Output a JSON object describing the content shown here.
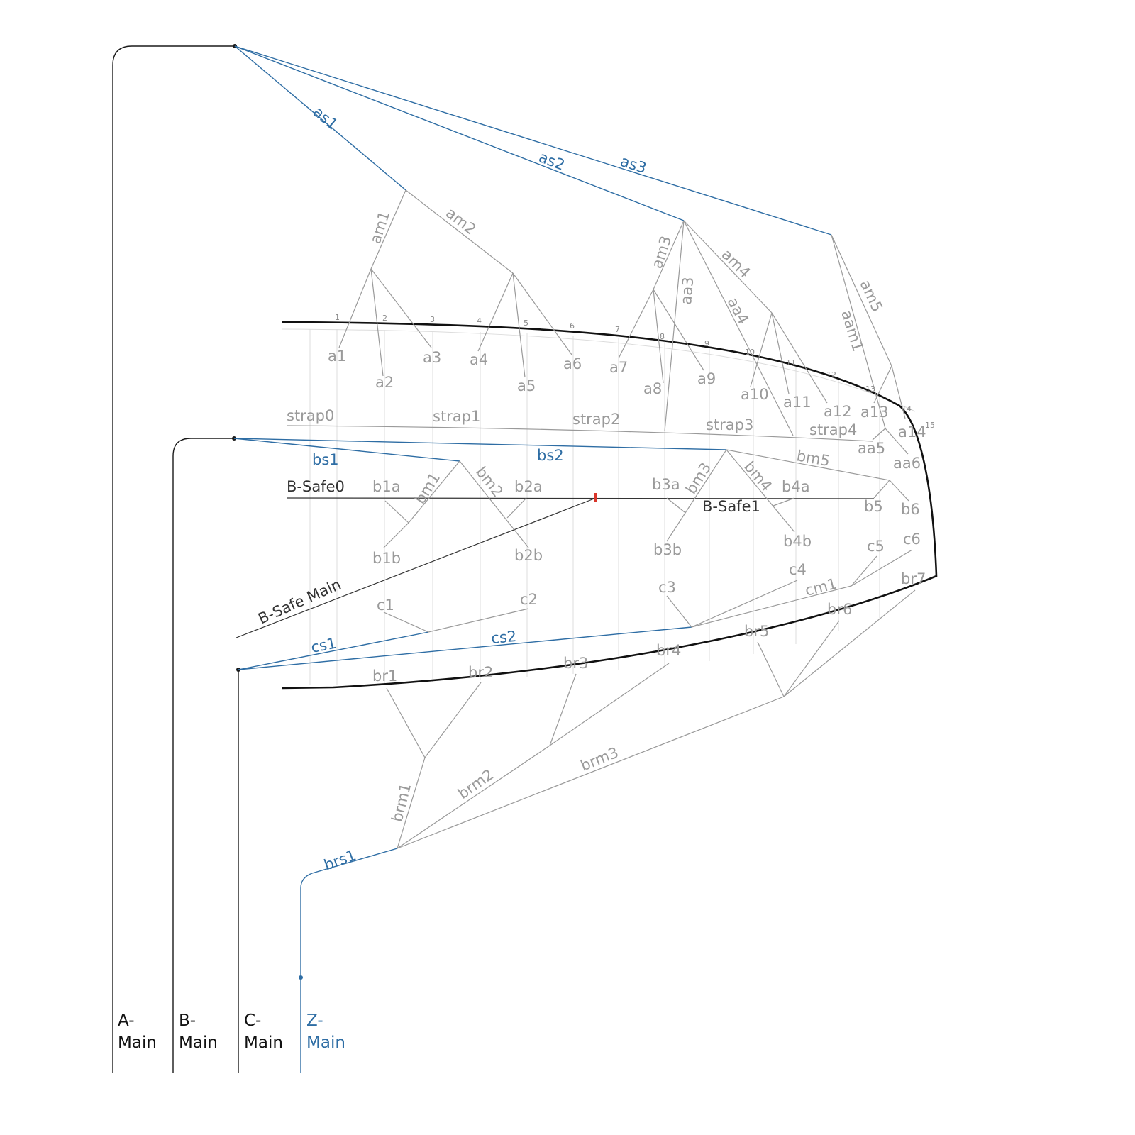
{
  "colors": {
    "main": "#1a1a1a",
    "safety": "#2e6da4",
    "rig": "#9a9a9a",
    "guide": "#dcdcdc",
    "marker": "#d9352a"
  },
  "mains": [
    {
      "name": "a-main-label",
      "line1": "A-",
      "line2": "Main"
    },
    {
      "name": "b-main-label",
      "line1": "B-",
      "line2": "Main"
    },
    {
      "name": "c-main-label",
      "line1": "C-",
      "line2": "Main"
    },
    {
      "name": "z-main-label",
      "line1": "Z-",
      "line2": "Main"
    }
  ],
  "safety_labels": [
    "as1",
    "as2",
    "as3",
    "bs1",
    "bs2",
    "cs1",
    "cs2",
    "brs1"
  ],
  "rig_labels": {
    "a_row": [
      "a1",
      "a2",
      "a3",
      "a4",
      "a5",
      "a6",
      "a7",
      "a8",
      "a9",
      "a10",
      "a11",
      "a12",
      "a13",
      "a14"
    ],
    "am": [
      "am1",
      "am2",
      "am3",
      "am4",
      "am5",
      "aa3",
      "aa4",
      "aam1"
    ],
    "aa": [
      "aa5",
      "aa6"
    ],
    "straps": [
      "strap0",
      "strap1",
      "strap2",
      "strap3",
      "strap4"
    ],
    "b": [
      "b1a",
      "b1b",
      "b2a",
      "b2b",
      "b3a",
      "b3b",
      "b4a",
      "b4b",
      "b5",
      "b6"
    ],
    "bm": [
      "bm1",
      "bm2",
      "bm3",
      "bm4",
      "bm5"
    ],
    "c": [
      "c1",
      "c2",
      "c3",
      "c4",
      "c5",
      "c6",
      "cm1"
    ],
    "br": [
      "br1",
      "br2",
      "br3",
      "br4",
      "br5",
      "br6",
      "br7"
    ],
    "brm": [
      "brm1",
      "brm2",
      "brm3"
    ]
  },
  "dark_labels": [
    "B-Safe0",
    "B-Safe1",
    "B-Safe Main"
  ],
  "ticks": [
    "1",
    "2",
    "3",
    "4",
    "5",
    "6",
    "7",
    "8",
    "9",
    "10",
    "11",
    "12",
    "13",
    "14",
    "15"
  ]
}
